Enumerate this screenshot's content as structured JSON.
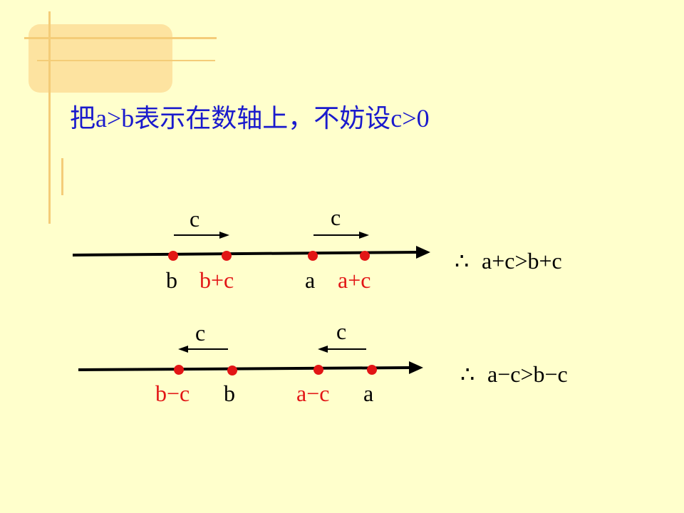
{
  "title": "把a>b表示在数轴上，不妨设c>0",
  "top": {
    "shift_label_1": "c",
    "shift_label_2": "c",
    "point_labels": [
      "b",
      "b+c",
      "a",
      "a+c"
    ],
    "therefore_symbol": "∴",
    "conclusion": "a+c>b+c"
  },
  "bottom": {
    "shift_label_1": "c",
    "shift_label_2": "c",
    "point_labels": [
      "b−c",
      "b",
      "a−c",
      "a"
    ],
    "therefore_symbol": "∴",
    "conclusion": "a−c>b−c"
  },
  "colors": {
    "title": "#1a1acc",
    "point": "#e21515",
    "axis": "#000000",
    "background": "#ffffcc"
  }
}
